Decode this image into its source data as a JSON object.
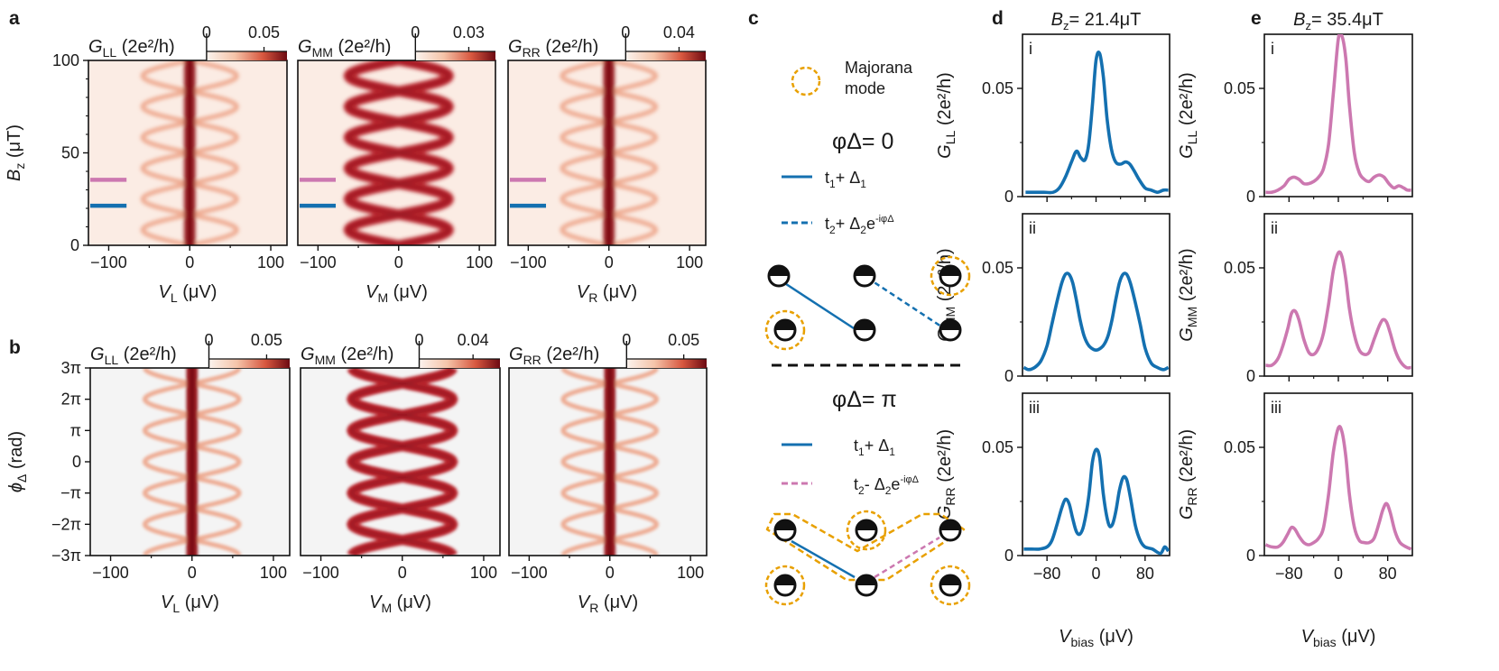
{
  "panel_labels": [
    "a",
    "b",
    "c",
    "d",
    "e"
  ],
  "colors": {
    "blue": "#1470b0",
    "pink": "#cc78b0",
    "orange": "#e8a000",
    "heat_dark": "#6d0a12"
  },
  "chart_data": [
    {
      "panel": "a",
      "type": "heatmap",
      "title_main": "G",
      "title_sub": "LL",
      "title_unit": "(2e²/h)",
      "cbar_ticks": [
        "0",
        "0.05"
      ],
      "cbar_max": 0.07,
      "xlabel_main": "V",
      "xlabel_sub": "L",
      "xlabel_unit": "(μV)",
      "ylabel_main": "B",
      "ylabel_sub": "z",
      "ylabel_unit": "(μT)",
      "xlim": [
        -125,
        120
      ],
      "ylim": [
        0,
        100
      ],
      "xticks": [
        "-100",
        "0",
        "100"
      ],
      "yticks": [
        "0",
        "50",
        "100"
      ],
      "markers": [
        {
          "y": 35.4,
          "color": "pink"
        },
        {
          "y": 21.4,
          "color": "blue"
        }
      ]
    },
    {
      "panel": "a",
      "type": "heatmap",
      "title_main": "G",
      "title_sub": "MM",
      "title_unit": "(2e²/h)",
      "cbar_ticks": [
        "0",
        "0.03"
      ],
      "cbar_max": 0.045,
      "xlabel_main": "V",
      "xlabel_sub": "M",
      "xlabel_unit": "(μV)",
      "xlim": [
        -125,
        120
      ],
      "ylim": [
        0,
        100
      ],
      "xticks": [
        "-100",
        "0",
        "100"
      ],
      "markers": [
        {
          "y": 35.4,
          "color": "pink"
        },
        {
          "y": 21.4,
          "color": "blue"
        }
      ]
    },
    {
      "panel": "a",
      "type": "heatmap",
      "title_main": "G",
      "title_sub": "RR",
      "title_unit": "(2e²/h)",
      "cbar_ticks": [
        "0",
        "0.04"
      ],
      "cbar_max": 0.06,
      "xlabel_main": "V",
      "xlabel_sub": "R",
      "xlabel_unit": "(μV)",
      "xlim": [
        -125,
        120
      ],
      "ylim": [
        0,
        100
      ],
      "xticks": [
        "-100",
        "0",
        "100"
      ],
      "markers": [
        {
          "y": 35.4,
          "color": "pink"
        },
        {
          "y": 21.4,
          "color": "blue"
        }
      ]
    },
    {
      "panel": "b",
      "type": "heatmap",
      "title_main": "G",
      "title_sub": "LL",
      "title_unit": "(2e²/h)",
      "cbar_ticks": [
        "0",
        "0.05"
      ],
      "cbar_max": 0.07,
      "xlabel_main": "V",
      "xlabel_sub": "L",
      "xlabel_unit": "(μV)",
      "ylabel_main": "ϕ",
      "ylabel_sub": "Δ",
      "ylabel_unit": "(rad)",
      "xlim": [
        -125,
        120
      ],
      "ylim": [
        -3,
        3
      ],
      "xticks": [
        "-100",
        "0",
        "100"
      ],
      "yticks": [
        "-3π",
        "-2π",
        "-π",
        "0",
        "π",
        "2π",
        "3π"
      ]
    },
    {
      "panel": "b",
      "type": "heatmap",
      "title_main": "G",
      "title_sub": "MM",
      "title_unit": "(2e²/h)",
      "cbar_ticks": [
        "0",
        "0.04"
      ],
      "cbar_max": 0.06,
      "xlabel_main": "V",
      "xlabel_sub": "M",
      "xlabel_unit": "(μV)",
      "xlim": [
        -125,
        120
      ],
      "ylim": [
        -3,
        3
      ],
      "xticks": [
        "-100",
        "0",
        "100"
      ]
    },
    {
      "panel": "b",
      "type": "heatmap",
      "title_main": "G",
      "title_sub": "RR",
      "title_unit": "(2e²/h)",
      "cbar_ticks": [
        "0",
        "0.05"
      ],
      "cbar_max": 0.07,
      "xlabel_main": "V",
      "xlabel_sub": "R",
      "xlabel_unit": "(μV)",
      "xlim": [
        -125,
        120
      ],
      "ylim": [
        -3,
        3
      ],
      "xticks": [
        "-100",
        "0",
        "100"
      ]
    },
    {
      "panel": "d",
      "type": "line",
      "title_main": "B",
      "title_sub": "z",
      "title_rest": "= 21.4μT",
      "color": "blue",
      "xlim": [
        -120,
        120
      ],
      "ylim": [
        0,
        0.075
      ],
      "xticks": [
        -80,
        0,
        80
      ],
      "yticks": [
        0,
        0.05
      ],
      "xlabel_main": "V",
      "xlabel_sub": "bias",
      "xlabel_unit": "(μV)",
      "series": [
        {
          "roman": "i",
          "ylabel_main": "G",
          "ylabel_sub": "LL",
          "ylabel_unit": "(2e²/h)",
          "x": [
            -115,
            -100,
            -85,
            -70,
            -60,
            -50,
            -40,
            -32,
            -25,
            -18,
            -12,
            -6,
            0,
            6,
            12,
            18,
            25,
            32,
            40,
            48,
            55,
            62,
            70,
            80,
            90,
            100,
            110,
            118
          ],
          "y": [
            0.002,
            0.002,
            0.002,
            0.002,
            0.004,
            0.009,
            0.016,
            0.021,
            0.018,
            0.017,
            0.024,
            0.042,
            0.063,
            0.066,
            0.055,
            0.036,
            0.022,
            0.016,
            0.015,
            0.016,
            0.015,
            0.012,
            0.008,
            0.004,
            0.003,
            0.002,
            0.003,
            0.003
          ]
        },
        {
          "roman": "ii",
          "ylabel_main": "G",
          "ylabel_sub": "MM",
          "ylabel_unit": "(2e²/h)",
          "x": [
            -118,
            -110,
            -100,
            -90,
            -80,
            -72,
            -64,
            -56,
            -50,
            -44,
            -38,
            -32,
            -26,
            -20,
            -14,
            -8,
            0,
            8,
            14,
            20,
            26,
            32,
            38,
            44,
            50,
            56,
            64,
            72,
            80,
            90,
            100,
            110,
            118
          ],
          "y": [
            0.004,
            0.003,
            0.004,
            0.007,
            0.014,
            0.024,
            0.034,
            0.043,
            0.047,
            0.047,
            0.043,
            0.035,
            0.026,
            0.019,
            0.015,
            0.013,
            0.012,
            0.013,
            0.015,
            0.019,
            0.026,
            0.035,
            0.043,
            0.047,
            0.047,
            0.043,
            0.034,
            0.024,
            0.013,
            0.006,
            0.004,
            0.003,
            0.004
          ]
        },
        {
          "roman": "iii",
          "ylabel_main": "G",
          "ylabel_sub": "RR",
          "ylabel_unit": "(2e²/h)",
          "x": [
            -118,
            -105,
            -92,
            -80,
            -72,
            -64,
            -56,
            -50,
            -44,
            -38,
            -32,
            -26,
            -20,
            -12,
            -6,
            0,
            6,
            12,
            20,
            26,
            32,
            38,
            44,
            50,
            56,
            64,
            72,
            80,
            92,
            105,
            112,
            118
          ],
          "y": [
            0.003,
            0.003,
            0.003,
            0.004,
            0.007,
            0.014,
            0.022,
            0.026,
            0.024,
            0.017,
            0.011,
            0.01,
            0.014,
            0.027,
            0.043,
            0.049,
            0.045,
            0.028,
            0.015,
            0.014,
            0.02,
            0.03,
            0.036,
            0.035,
            0.027,
            0.014,
            0.007,
            0.004,
            0.003,
            0.001,
            0.004,
            0.002
          ]
        }
      ]
    },
    {
      "panel": "e",
      "type": "line",
      "title_main": "B",
      "title_sub": "z",
      "title_rest": "= 35.4μT",
      "color": "pink",
      "xlim": [
        -120,
        120
      ],
      "ylim": [
        0,
        0.075
      ],
      "xticks": [
        -80,
        0,
        80
      ],
      "yticks": [
        0,
        0.05
      ],
      "xlabel_main": "V",
      "xlabel_sub": "bias",
      "xlabel_unit": "(μV)",
      "series": [
        {
          "roman": "i",
          "ylabel_main": "G",
          "ylabel_sub": "LL",
          "ylabel_unit": "(2e²/h)",
          "x": [
            -118,
            -108,
            -98,
            -88,
            -80,
            -72,
            -64,
            -56,
            -48,
            -40,
            -32,
            -24,
            -16,
            -8,
            0,
            6,
            12,
            18,
            26,
            34,
            42,
            50,
            58,
            66,
            74,
            82,
            90,
            98,
            106,
            112,
            118
          ],
          "y": [
            0.002,
            0.002,
            0.003,
            0.005,
            0.008,
            0.009,
            0.008,
            0.006,
            0.006,
            0.007,
            0.009,
            0.013,
            0.024,
            0.048,
            0.073,
            0.074,
            0.064,
            0.042,
            0.02,
            0.011,
            0.008,
            0.007,
            0.009,
            0.01,
            0.009,
            0.006,
            0.004,
            0.005,
            0.004,
            0.003,
            0.003
          ]
        },
        {
          "roman": "ii",
          "ylabel_main": "G",
          "ylabel_sub": "MM",
          "ylabel_unit": "(2e²/h)",
          "x": [
            -118,
            -108,
            -98,
            -90,
            -82,
            -76,
            -70,
            -64,
            -56,
            -48,
            -40,
            -32,
            -24,
            -16,
            -8,
            0,
            6,
            12,
            18,
            26,
            34,
            42,
            50,
            58,
            66,
            72,
            78,
            84,
            92,
            100,
            110,
            118
          ],
          "y": [
            0.005,
            0.005,
            0.008,
            0.014,
            0.022,
            0.029,
            0.03,
            0.026,
            0.017,
            0.011,
            0.01,
            0.013,
            0.02,
            0.033,
            0.049,
            0.057,
            0.055,
            0.045,
            0.031,
            0.019,
            0.012,
            0.01,
            0.011,
            0.017,
            0.023,
            0.026,
            0.025,
            0.02,
            0.012,
            0.007,
            0.004,
            0.004
          ]
        },
        {
          "roman": "iii",
          "ylabel_main": "G",
          "ylabel_sub": "RR",
          "ylabel_unit": "(2e²/h)",
          "x": [
            -118,
            -108,
            -98,
            -90,
            -82,
            -76,
            -70,
            -64,
            -56,
            -48,
            -40,
            -32,
            -24,
            -16,
            -8,
            0,
            6,
            12,
            18,
            26,
            34,
            42,
            50,
            58,
            66,
            72,
            78,
            84,
            92,
            100,
            110,
            118
          ],
          "y": [
            0.005,
            0.004,
            0.004,
            0.006,
            0.01,
            0.013,
            0.012,
            0.009,
            0.006,
            0.005,
            0.006,
            0.008,
            0.013,
            0.028,
            0.048,
            0.059,
            0.057,
            0.046,
            0.028,
            0.013,
            0.007,
            0.006,
            0.006,
            0.008,
            0.015,
            0.021,
            0.024,
            0.02,
            0.011,
            0.006,
            0.004,
            0.003
          ]
        }
      ]
    }
  ],
  "schematic": {
    "legend_majorana": [
      "Majorana",
      "mode"
    ],
    "top": {
      "phase_label": "φΔ= 0",
      "line1": {
        "main": "t",
        "sub": "1",
        "rest": "+ Δ",
        "sub2": "1"
      },
      "line2": {
        "main": "t",
        "sub": "2",
        "rest": "+ Δ",
        "sub2": "2",
        "exp": "e",
        "sup": "-iφΔ"
      }
    },
    "bottom": {
      "phase_label": "φΔ= π",
      "line1": {
        "main": "t",
        "sub": "1",
        "rest": "+ Δ",
        "sub2": "1"
      },
      "line2": {
        "main": "t",
        "sub": "2",
        "rest": "- Δ",
        "sub2": "2",
        "exp": "e",
        "sup": "-iφΔ"
      }
    }
  }
}
